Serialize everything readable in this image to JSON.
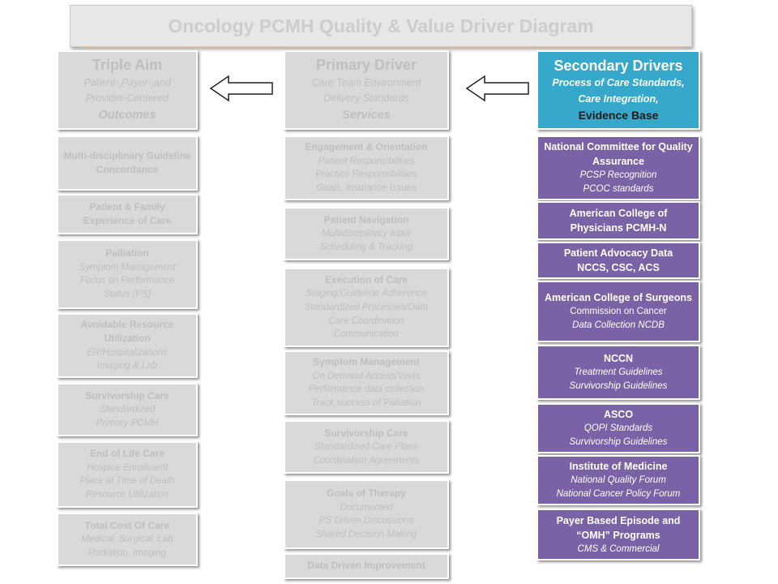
{
  "title": "Oncology PCMH Quality & Value Driver Diagram",
  "colors": {
    "gray_box": "#d9d9d9",
    "faded_text": "#bfbfbf",
    "purple_box": "#7b62a6",
    "teal_header": "#35a8cb",
    "accent_line": "#d7b79e"
  },
  "columns": {
    "triple_aim": {
      "header": {
        "title": "Triple Aim",
        "line1": "Patient-,Payer-,and",
        "line2": "Provider-Centered",
        "line3": "Outcomes"
      },
      "items": [
        {
          "title": "Multi-disciplinary Guideline Concordance",
          "lines": []
        },
        {
          "title": "Patient & Family Experience of Care",
          "lines": []
        },
        {
          "title": "Palliation",
          "lines": [
            "Symptom Management",
            "Focus on Performance",
            "Status (PS)"
          ]
        },
        {
          "title": "Avoidable Resource Utilization",
          "lines": [
            "ER/Hospitalizations",
            "Imaging & Lab"
          ]
        },
        {
          "title": "Survivorship Care",
          "lines": [
            "Standardized",
            "Primary PCMH"
          ]
        },
        {
          "title": "End of Life Care",
          "lines": [
            "Hospice Enrollment",
            "Place at Time of Death",
            "Resource Utilization"
          ]
        },
        {
          "title": "Total Cost Of Care",
          "lines": [
            "Medical, Surgical, Lab",
            "Radiation, Imaging"
          ]
        }
      ]
    },
    "primary": {
      "header": {
        "title": "Primary Driver",
        "line1": "Care Team Environment",
        "line2": "Delivery Standards",
        "line3": "Services"
      },
      "items": [
        {
          "title": "Engagement & Orientation",
          "lines": [
            "Patient Responsibilities",
            "Practice Responsibilities",
            "Goals, Insurance Issues"
          ]
        },
        {
          "title": "Patient Navigation",
          "lines": [
            "Multidisciplinary Input",
            "Scheduling & Tracking"
          ]
        },
        {
          "title": "Execution of Care",
          "lines": [
            "Staging/Guideline Adherence",
            "Standardized Processes/Data",
            "Care Coordination",
            "Communication"
          ]
        },
        {
          "title": "Symptom Management",
          "lines": [
            "On Demand Access/Visits",
            "Performance data collection",
            "Track success of Palliation"
          ]
        },
        {
          "title": "Survivorship Care",
          "lines": [
            "Standardized Care Plans",
            "Coordination Agreements"
          ]
        },
        {
          "title": "Goals of  Therapy",
          "lines": [
            "Documented",
            "PS Driven Discussions",
            "Shared Decision Making"
          ]
        },
        {
          "title": "Data Driven Improvement",
          "lines": []
        }
      ]
    },
    "secondary": {
      "header": {
        "title": "Secondary Drivers",
        "line1": "Process of Care Standards,",
        "line2": "Care Integration,",
        "line3": "Evidence Base"
      },
      "items": [
        {
          "title": "National Committee for Quality Assurance",
          "lines": [
            "PCSP Recognition",
            "PCOC standards"
          ]
        },
        {
          "title": "American College of Physicians PCMH-N",
          "lines": []
        },
        {
          "title": "Patient Advocacy Data",
          "title2": "NCCS, CSC, ACS",
          "lines": []
        },
        {
          "title": "American College of Surgeons",
          "plain": "Commission on Cancer",
          "lines": [
            "Data Collection  NCDB"
          ]
        },
        {
          "title": "NCCN",
          "lines": [
            "Treatment Guidelines",
            "Survivorship Guidelines"
          ]
        },
        {
          "title": "ASCO",
          "lines": [
            "QOPI Standards",
            "Survivorship Guidelines"
          ]
        },
        {
          "title": "Institute of Medicine",
          "lines": [
            "National Quality Forum",
            "National Cancer Policy Forum"
          ]
        },
        {
          "title": "Payer Based  Episode and “OMH” Programs",
          "lines": [
            "CMS & Commercial"
          ]
        }
      ]
    }
  }
}
